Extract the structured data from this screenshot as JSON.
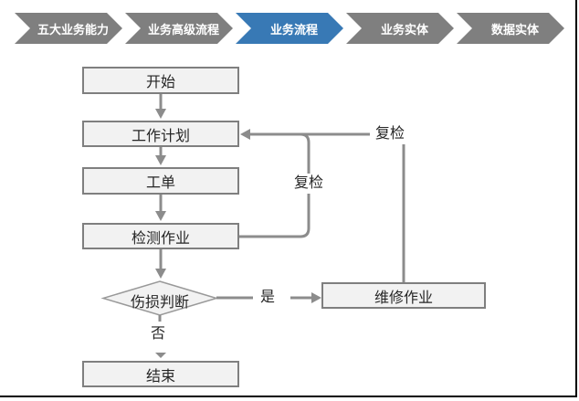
{
  "nav": {
    "items": [
      {
        "label": "五大业务能力",
        "active": false
      },
      {
        "label": "业务高级流程",
        "active": false
      },
      {
        "label": "业务流程",
        "active": true
      },
      {
        "label": "业务实体",
        "active": false
      },
      {
        "label": "数据实体",
        "active": false
      }
    ]
  },
  "flowchart": {
    "nodes": {
      "start": "开始",
      "work_plan": "工作计划",
      "work_order": "工单",
      "inspection": "检测作业",
      "damage_judgment": "伤损判断",
      "repair": "维修作业",
      "end": "结束"
    },
    "edges": {
      "yes_label": "是",
      "no_label": "否",
      "recheck_inspection_label": "复检",
      "recheck_repair_label": "复检"
    }
  },
  "colors": {
    "nav_active": "#3879B5",
    "nav_inactive": "#7F7F7F",
    "box_fill": "#F2F2F2",
    "box_border": "#7F7F7F",
    "connector": "#8C8C8C",
    "frame_border": "#000000"
  }
}
